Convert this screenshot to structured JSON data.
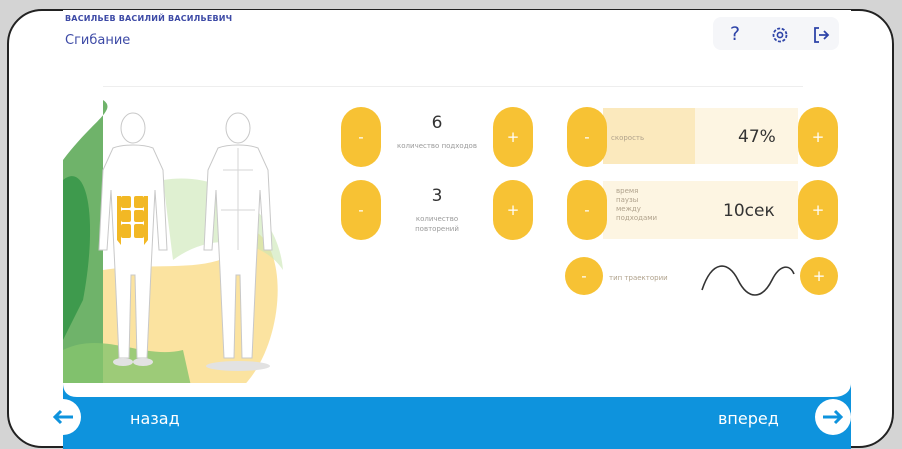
{
  "patient": {
    "name": "ВАСИЛЬЕВ ВАСИЛИЙ ВАСИЛЬЕВИЧ",
    "exercise": "Сгибание"
  },
  "toolbar": {
    "help_icon": "question-icon",
    "settings_icon": "gear-icon",
    "logout_icon": "logout-icon",
    "help_label": "?"
  },
  "sets": {
    "value": "6",
    "label": "количество подходов",
    "minus": "-",
    "plus": "+"
  },
  "reps": {
    "value": "3",
    "label": "количество повторений",
    "minus": "-",
    "plus": "+"
  },
  "speed": {
    "label": "скорость",
    "value": "47%",
    "level_percent": 47,
    "minus": "-",
    "plus": "+"
  },
  "pause": {
    "label": "время паузы между подходами",
    "value": "10сек",
    "minus": "-",
    "plus": "+"
  },
  "trajectory": {
    "label": "тип траектории",
    "shape": "sine-wave",
    "minus": "-",
    "plus": "+"
  },
  "navigation": {
    "back": "назад",
    "forward": "вперед"
  },
  "colors": {
    "accent": "#f7c234",
    "brand": "#3d4aa6",
    "nav_bar": "#0e93dd",
    "panel": "#fdf5e2",
    "muscle_highlight": "#f2b824"
  }
}
